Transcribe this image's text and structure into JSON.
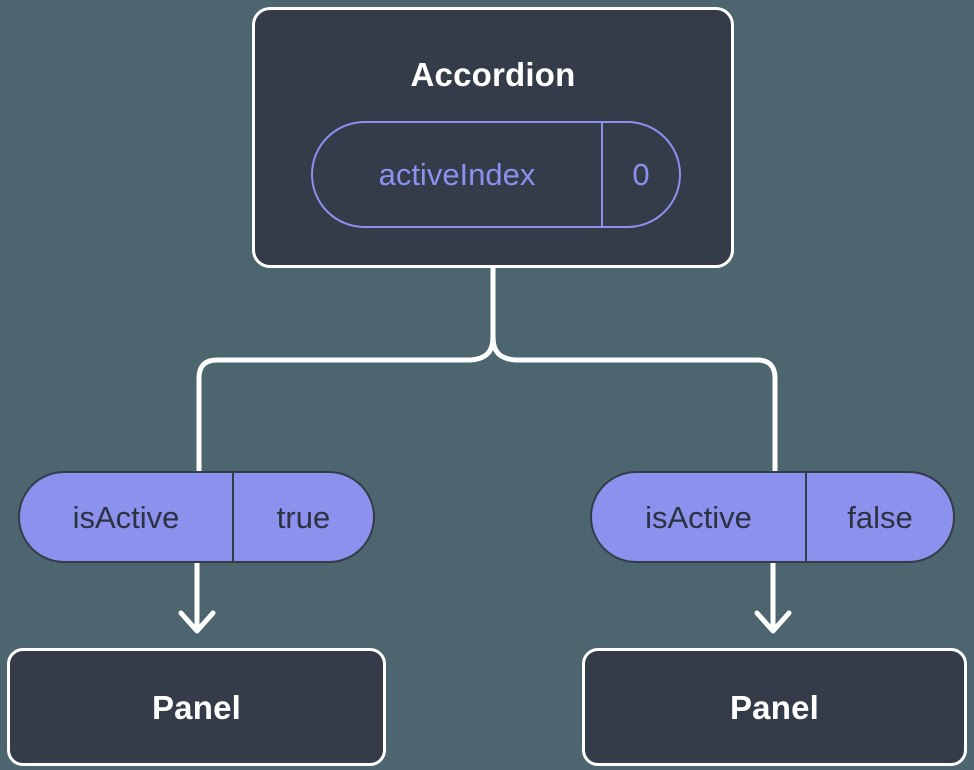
{
  "theme": {
    "background": "#4c656f",
    "node_fill": "#343b49",
    "node_border": "#ffffff",
    "accent_purple": "#8b91ed",
    "pill_text_dark": "#2b3240",
    "connector": "#ffffff"
  },
  "diagram": {
    "type": "component-tree",
    "root": {
      "name": "accordion-node",
      "title": "Accordion",
      "state_pill": {
        "key": "activeIndex",
        "value": "0"
      }
    },
    "branches": [
      {
        "side": "left",
        "prop_pill": {
          "key": "isActive",
          "value": "true"
        },
        "child": {
          "title": "Panel"
        }
      },
      {
        "side": "right",
        "prop_pill": {
          "key": "isActive",
          "value": "false"
        },
        "child": {
          "title": "Panel"
        }
      }
    ]
  },
  "connectors": {
    "fork_label": "branch-fork-connector",
    "left_arrow_label": "left-prop-arrow",
    "right_arrow_label": "right-prop-arrow"
  }
}
